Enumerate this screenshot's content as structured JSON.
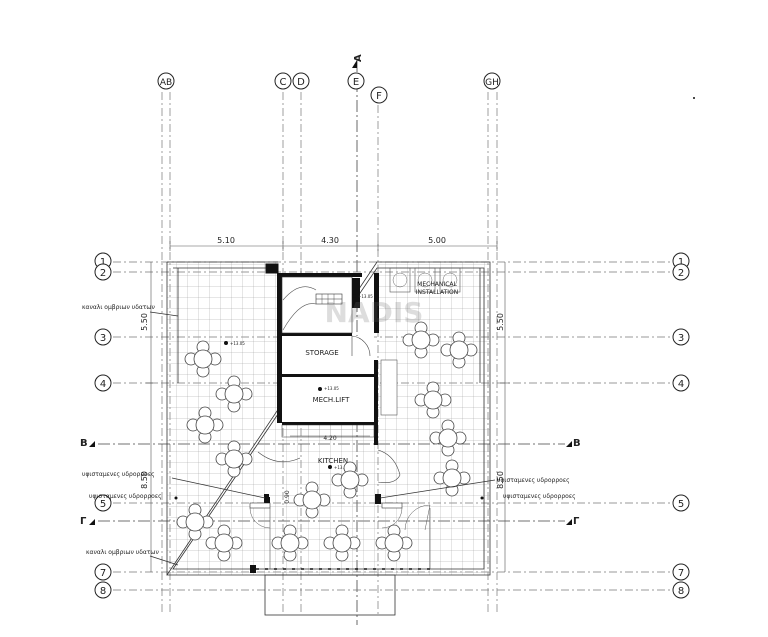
{
  "columns": [
    {
      "id": "col-ab",
      "label": "AB"
    },
    {
      "id": "col-c",
      "label": "C"
    },
    {
      "id": "col-d",
      "label": "D"
    },
    {
      "id": "col-e",
      "label": "E"
    },
    {
      "id": "col-f",
      "label": "F"
    },
    {
      "id": "col-gh",
      "label": "GH"
    }
  ],
  "rows": [
    {
      "id": "row-1",
      "label": "1"
    },
    {
      "id": "row-2",
      "label": "2"
    },
    {
      "id": "row-3",
      "label": "3"
    },
    {
      "id": "row-4",
      "label": "4"
    },
    {
      "id": "row-5",
      "label": "5"
    },
    {
      "id": "row-7",
      "label": "7"
    },
    {
      "id": "row-8",
      "label": "8"
    }
  ],
  "sections": {
    "a": "A",
    "b": "B",
    "g": "Γ"
  },
  "dimensions": {
    "top_left": "5.10",
    "top_mid": "4.30",
    "top_right": "5.00",
    "left_upper": "5.50",
    "right_upper": "5.50",
    "left_lower": "8.50",
    "right_lower": "8.50",
    "mid_width": "4.20",
    "door": "0.90"
  },
  "rooms": {
    "storage": "STORAGE",
    "lift": "MECH.LIFT",
    "kitchen": "KITCHEN",
    "mech_line1": "MECHANICAL",
    "mech_line2": "INSTALLATION"
  },
  "levels": {
    "terrace": "+13.05",
    "lift": "+13.05",
    "kitchen": "+13.05",
    "stair": "+13.05"
  },
  "annotations": {
    "gutter_top": "καναλι ομβριων υδατων",
    "gutter_bottom": "καναλι ομβριων υδατων",
    "drain_left_1": "υφισταμενες υδρορροες",
    "drain_left_2": "υφισταμενες υδρορροες",
    "drain_right_1": "υφισταμενες υδρορροες",
    "drain_right_2": "υφισταμενες υδρορροες"
  },
  "watermark": "NADIS"
}
